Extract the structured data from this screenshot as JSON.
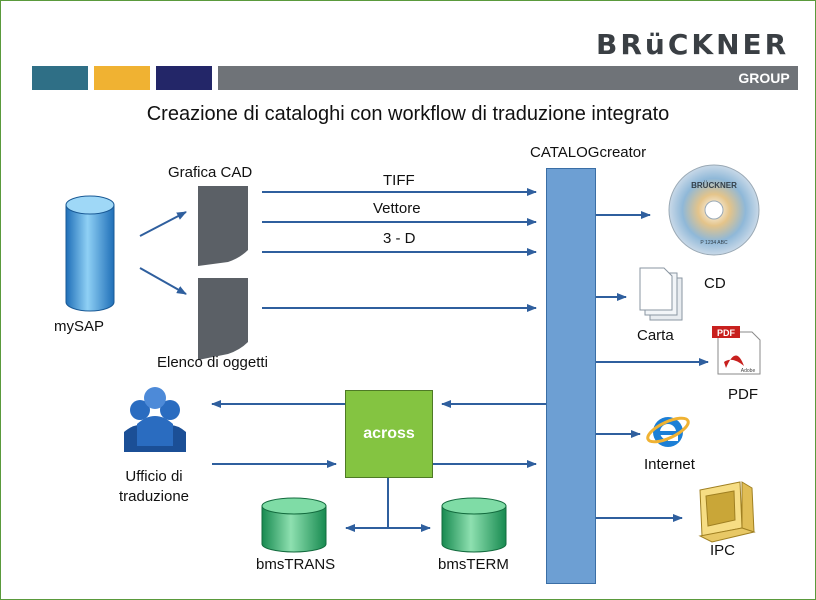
{
  "header": {
    "logo_text": "BRüCKNER",
    "group_label": "GROUP",
    "color_bars": [
      "#2f6f86",
      "#f0b232",
      "#232668",
      "#6f7378"
    ]
  },
  "title": "Creazione di cataloghi con workflow di traduzione integrato",
  "nodes": {
    "mysap": "mySAP",
    "grafica_cad": "Grafica CAD",
    "elenco_oggetti": "Elenco di oggetti",
    "catalog_creator": "CATALOGcreator",
    "across": "across",
    "ufficio": "Ufficio di traduzione",
    "ufficio_line1": "Ufficio di",
    "ufficio_line2": "traduzione",
    "bmstrans": "bmsTRANS",
    "bmsterm": "bmsTERM"
  },
  "arrow_labels": {
    "tiff": "TIFF",
    "vettore": "Vettore",
    "three_d": "3 - D"
  },
  "outputs": {
    "cd": "CD",
    "carta": "Carta",
    "pdf": "PDF",
    "internet": "Internet",
    "ipc": "IPC"
  },
  "cd_text": {
    "brand": "BRÜCKNER",
    "code": "P 1234 ABC"
  },
  "pdf_icon": {
    "badge": "PDF",
    "brand": "Adobe"
  },
  "colors": {
    "arrow": "#2f5f9e",
    "catalog_bar": "#6d9fd3",
    "across_box": "#84c441",
    "database": "#4aa6e0",
    "green_db": "#2fae6e",
    "document": "#5b6066"
  }
}
